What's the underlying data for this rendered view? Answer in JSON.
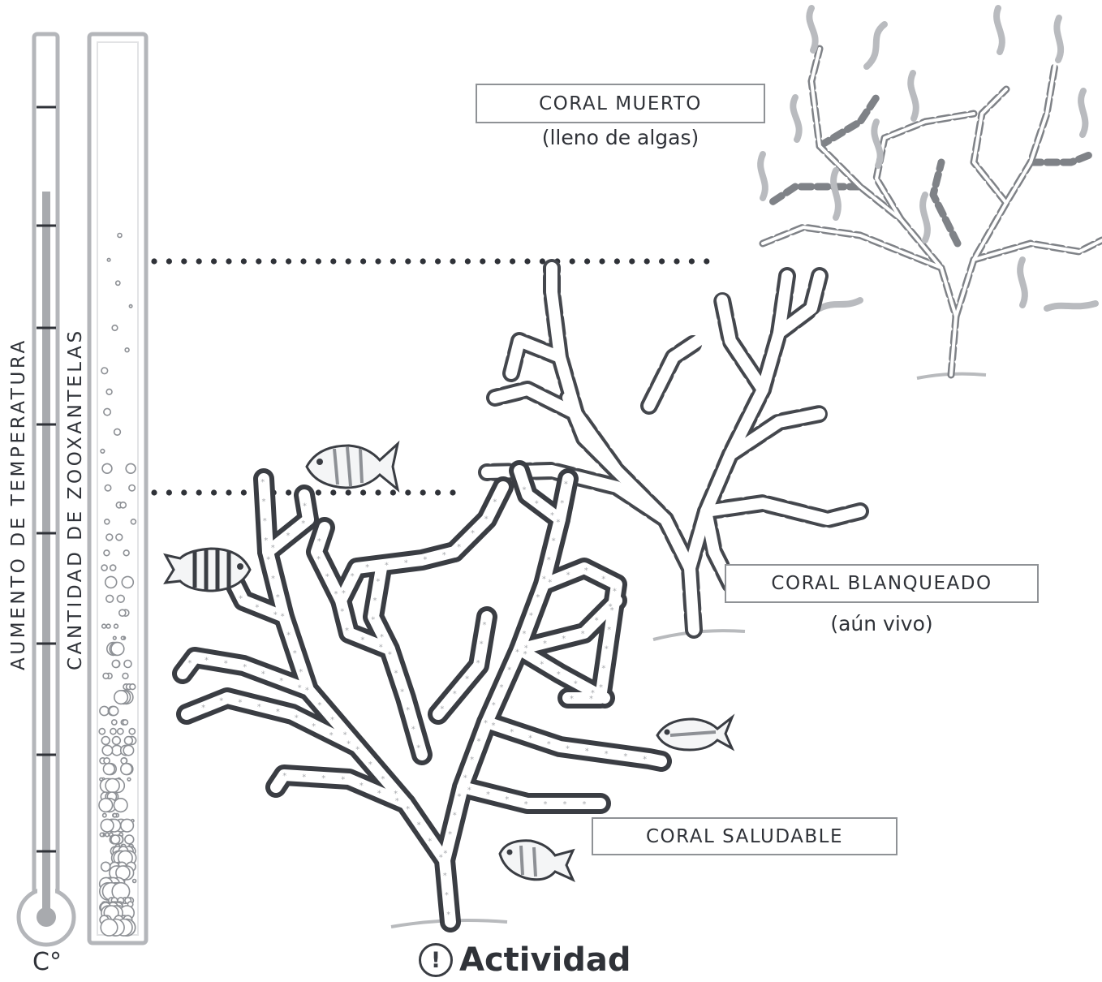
{
  "axes": {
    "temperature_label": "AUMENTO DE TEMPERATURA",
    "zooxanthellae_label": "CANTIDAD DE ZOOXANTELAS",
    "temperature_unit": "C°"
  },
  "stages": {
    "dead": {
      "title": "CORAL MUERTO",
      "note": "(lleno de algas)"
    },
    "bleached": {
      "title": "CORAL BLANQUEADO",
      "note": "(aún vivo)"
    },
    "healthy": {
      "title": "CORAL SALUDABLE"
    }
  },
  "footer": {
    "icon_glyph": "!",
    "title": "Actividad"
  },
  "colors": {
    "ink": "#2f3238",
    "frame": "#b4b6ba",
    "mercury": "#a8aaae",
    "bubble": "#8d9095",
    "algae": "#b9bbbf"
  }
}
